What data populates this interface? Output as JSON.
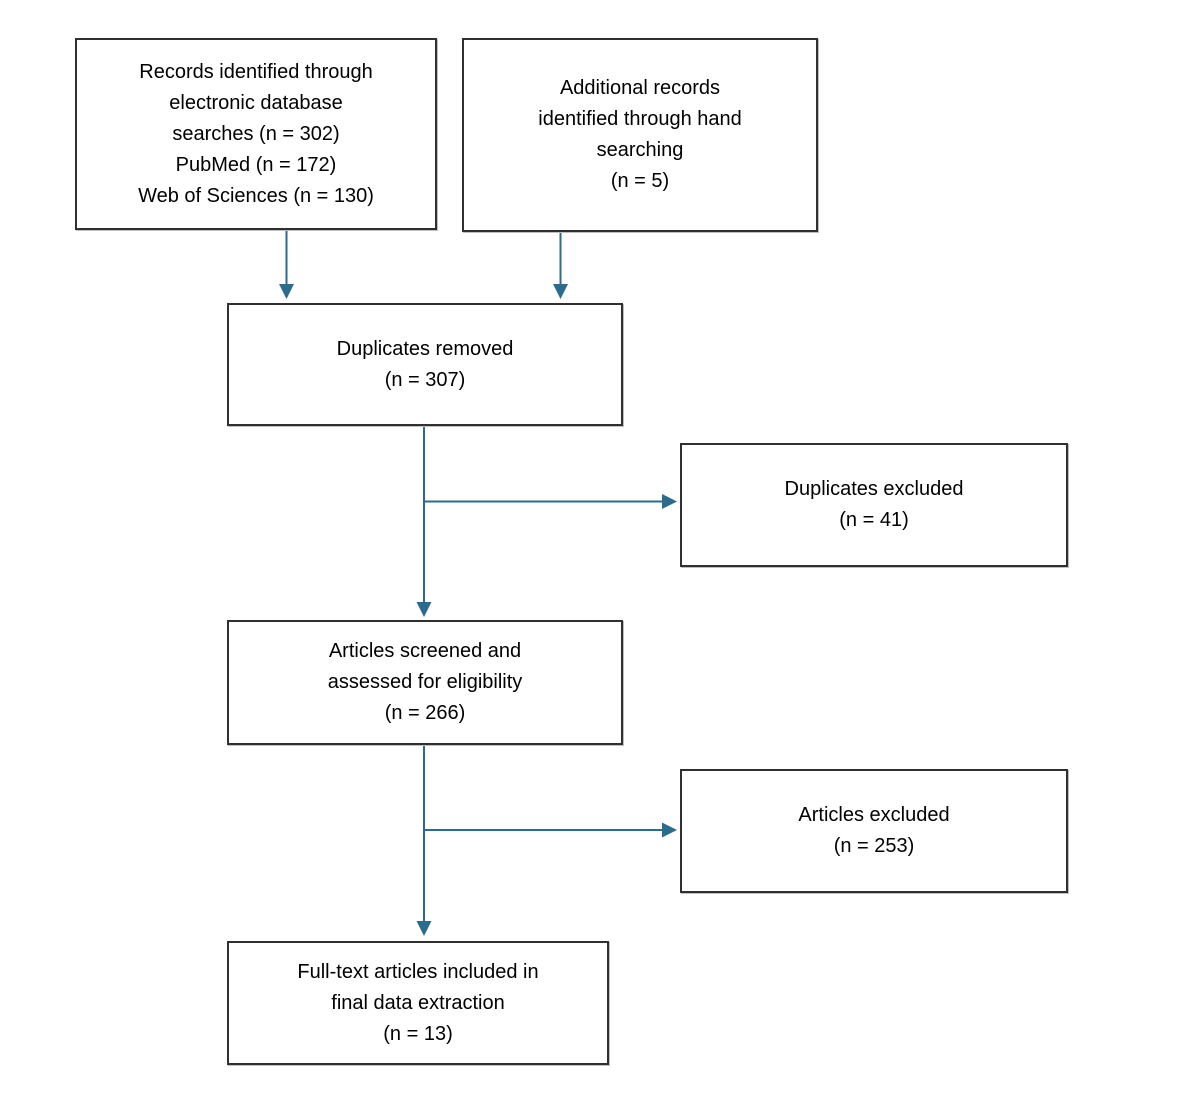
{
  "flowchart": {
    "accent_color": "#2b6c8e",
    "box_border_color": "#303030",
    "nodes": {
      "records_database": {
        "lines": [
          "Records identified through",
          "electronic database",
          "searches (n = 302)",
          "PubMed (n = 172)",
          "Web of Sciences (n = 130)"
        ]
      },
      "records_hand": {
        "lines": [
          "Additional records",
          "identified through hand",
          "searching",
          "(n = 5)"
        ]
      },
      "duplicates_removed": {
        "lines": [
          "Duplicates removed",
          "(n = 307)"
        ]
      },
      "duplicates_excluded": {
        "lines": [
          "Duplicates excluded",
          "(n = 41)"
        ]
      },
      "articles_screened": {
        "lines": [
          "Articles screened and",
          "assessed for eligibility",
          "(n = 266)"
        ]
      },
      "articles_excluded": {
        "lines": [
          "Articles excluded",
          "(n = 253)"
        ]
      },
      "full_text_included": {
        "lines": [
          "Full-text articles included in",
          "final data extraction",
          "(n = 13)"
        ]
      }
    },
    "edges": [
      {
        "from": "records_database",
        "to": "duplicates_removed"
      },
      {
        "from": "records_hand",
        "to": "duplicates_removed"
      },
      {
        "from": "duplicates_removed",
        "to": "duplicates_excluded"
      },
      {
        "from": "duplicates_removed",
        "to": "articles_screened"
      },
      {
        "from": "articles_screened",
        "to": "articles_excluded"
      },
      {
        "from": "articles_screened",
        "to": "full_text_included"
      }
    ]
  }
}
